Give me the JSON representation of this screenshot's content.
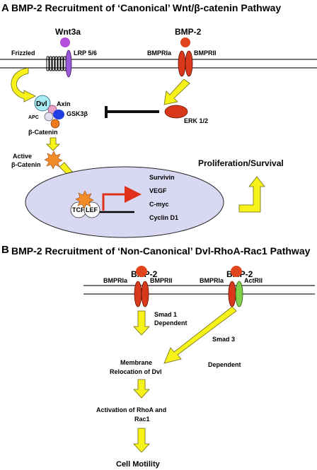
{
  "panel_a": {
    "letter": "A",
    "title": "BMP-2 Recruitment of ‘Canonical’ Wnt/β-catenin Pathway",
    "labels": {
      "wnt3a": "Wnt3a",
      "bmp2": "BMP-2",
      "frizzled": "Frizzled",
      "lrp": "LRP 5/6",
      "bmpria": "BMPRIa",
      "bmprii": "BMPRII",
      "dvl": "Dvl",
      "axin": "Axin",
      "apc": "APC",
      "gsk3b": "GSK3β",
      "beta_catenin": "β-Catenin",
      "erk": "ERK 1/2",
      "active_bc_line1": "Active",
      "active_bc_line2": "β-Catenin",
      "tcf": "TCF",
      "lef": "LEF",
      "prolif": "Proliferation/Survival",
      "genes": [
        "Survivin",
        "VEGF",
        "C-myc",
        "Cyclin D1"
      ]
    }
  },
  "panel_b": {
    "letter": "B",
    "title": "BMP-2 Recruitment of ‘Non-Canonical’ Dvl-RhoA-Rac1 Pathway",
    "labels": {
      "bmp2_left": "BMP-2",
      "bmp2_right": "BMP-2",
      "bmpria_left": "BMPRIa",
      "bmprii": "BMPRII",
      "bmpria_right": "BMPRIa",
      "actrii": "ActRII",
      "smad1_line1": "Smad 1",
      "smad1_line2": "Dependent",
      "smad3_line1": "Smad 3",
      "smad3_line2": "Dependent",
      "membrane_line1": "Membrane",
      "membrane_line2": "Relocation of Dvl",
      "rho_line1": "Activation of RhoA and",
      "rho_line2": "Rac1",
      "motility": "Cell Motility"
    }
  },
  "colors": {
    "wnt3a": "#b44fd9",
    "lrp": "#9b59d9",
    "bmp": "#e0451e",
    "receptor": "#d9391a",
    "actrii": "#7fd14a",
    "dvl": "#a8ecf5",
    "axin": "#e8a3c9",
    "apc": "#e0e0ee",
    "gsk": "#1f3fe0",
    "beta_catenin": "#f07b1e",
    "active_star": "#f28c28",
    "nucleus": "#d8d8f2",
    "arrow_fill": "#f7f21a",
    "arrow_stroke": "#6e6a10",
    "red_arrow": "#e0301a",
    "membrane": "#222222",
    "inhibit": "#111111"
  }
}
